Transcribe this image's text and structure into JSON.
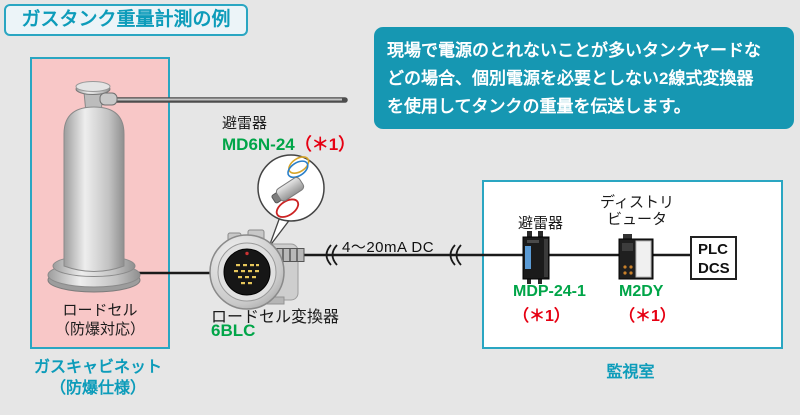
{
  "title": "ガスタンク重量計測の例",
  "info_box": {
    "line_1": "現場で電源のとれないことが多いタンクヤードな",
    "line_2": "どの場合、個別電源を必要としない2線式変換器",
    "line_3": "を使用してタンクの重量を伝送します。"
  },
  "gas_cabinet": {
    "load_cell_line_1": "ロードセル",
    "load_cell_line_2": "（防爆対応）",
    "caption_line_1": "ガスキャビネット",
    "caption_line_2": "（防爆仕様）"
  },
  "field_arrester": {
    "label": "避雷器",
    "model": "MD6N-24",
    "note": "（＊1）"
  },
  "converter": {
    "label": "ロードセル変換器",
    "model": "6BLC"
  },
  "signal_line": {
    "label": "4～20mA DC"
  },
  "monitor_room": {
    "caption": "監視室",
    "arrester": {
      "label": "避雷器",
      "model": "MDP-24-1",
      "note": "（＊1）"
    },
    "distributor": {
      "label_line_1": "ディストリ",
      "label_line_2": "ビュータ",
      "model": "M2DY",
      "note": "（＊1）"
    },
    "plc": {
      "line_1": "PLC",
      "line_2": "DCS"
    }
  },
  "colors": {
    "teal_accent": "#0d9cba",
    "box_border_teal": "#2aa6c2",
    "info_box_bg": "#1697b2",
    "pink_bg": "#f8c7c7",
    "model_green": "#00a548",
    "note_red": "#e60012"
  }
}
